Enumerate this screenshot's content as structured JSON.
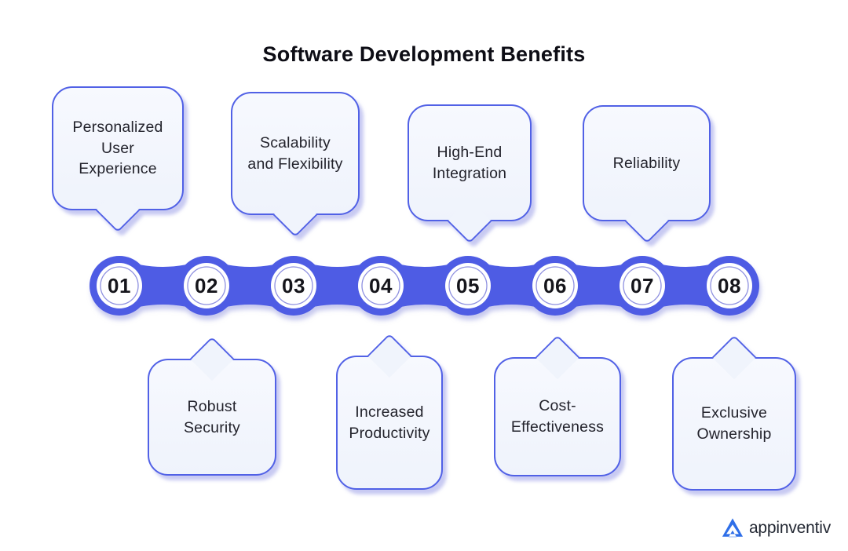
{
  "title": "Software Development Benefits",
  "colors": {
    "chain_blue": "#4e5ce4",
    "bubble_border": "#5161e6",
    "bubble_fill": "#f3f6fd",
    "shadow_lavender": "#aaadeb",
    "number_color": "#15151b",
    "logo_blue": "#2f6fe8"
  },
  "steps": [
    {
      "number": "01",
      "label": "Personalized\nUser Experience",
      "side": "top"
    },
    {
      "number": "02",
      "label": "Robust\nSecurity",
      "side": "bottom"
    },
    {
      "number": "03",
      "label": "Scalability\nand Flexibility",
      "side": "top"
    },
    {
      "number": "04",
      "label": "Increased\nProductivity",
      "side": "bottom"
    },
    {
      "number": "05",
      "label": "High-End\nIntegration",
      "side": "top"
    },
    {
      "number": "06",
      "label": "Cost-\nEffectiveness",
      "side": "bottom"
    },
    {
      "number": "07",
      "label": "Reliability",
      "side": "top"
    },
    {
      "number": "08",
      "label": "Exclusive\nOwnership",
      "side": "bottom"
    }
  ],
  "logo": {
    "brand": "appinventiv"
  }
}
